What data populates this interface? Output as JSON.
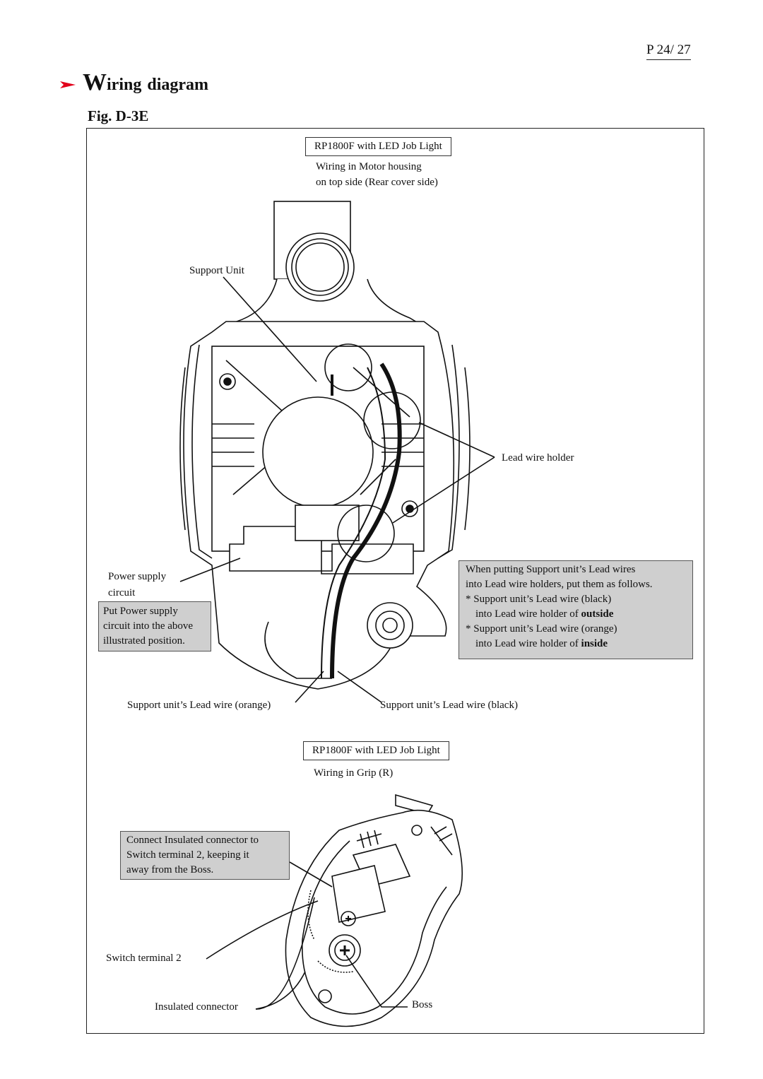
{
  "page": {
    "page_number": "P 24/ 27",
    "heading_initial": "W",
    "heading_rest": "iring",
    "heading_second": "diagram",
    "figure_label": "Fig. D-3E"
  },
  "motor_section": {
    "title_box": "RP1800F with LED Job Light",
    "subtitle_line1": "Wiring  in  Motor  housing",
    "subtitle_line2": "on  top  side  (Rear  cover  side)",
    "support_unit_label": "Support Unit",
    "lead_wire_holder_label": "Lead wire holder",
    "power_supply_label_line1": "Power supply",
    "power_supply_label_line2": "circuit",
    "power_note_lines": [
      "Put Power supply",
      "circuit into the above",
      "illustrated position."
    ],
    "lead_note": {
      "line1": "When putting Support unit’s Lead wires",
      "line2": "into Lead wire holders, put them as follows.",
      "line3": "* Support unit’s Lead wire (black)",
      "line4_prefix": "into Lead wire holder of ",
      "line4_bold": "outside",
      "line5": "* Support unit’s Lead wire (orange)",
      "line6_prefix": "into Lead wire holder of ",
      "line6_bold": "inside"
    },
    "lead_orange_label": "Support unit’s Lead wire (orange)",
    "lead_black_label": "Support unit’s Lead wire (black)"
  },
  "grip_section": {
    "title_box": "RP1800F with  LED Job Light",
    "subtitle": "Wiring  in  Grip  (R)",
    "connect_note_lines": [
      "Connect Insulated connector to",
      "Switch terminal 2, keeping it",
      "away from the Boss."
    ],
    "switch_terminal_label": "Switch  terminal  2",
    "insulated_connector_label": "Insulated connector",
    "boss_label": "Boss"
  },
  "colors": {
    "accent_arrow": "#e2001a",
    "note_background": "#cfcfcf"
  }
}
